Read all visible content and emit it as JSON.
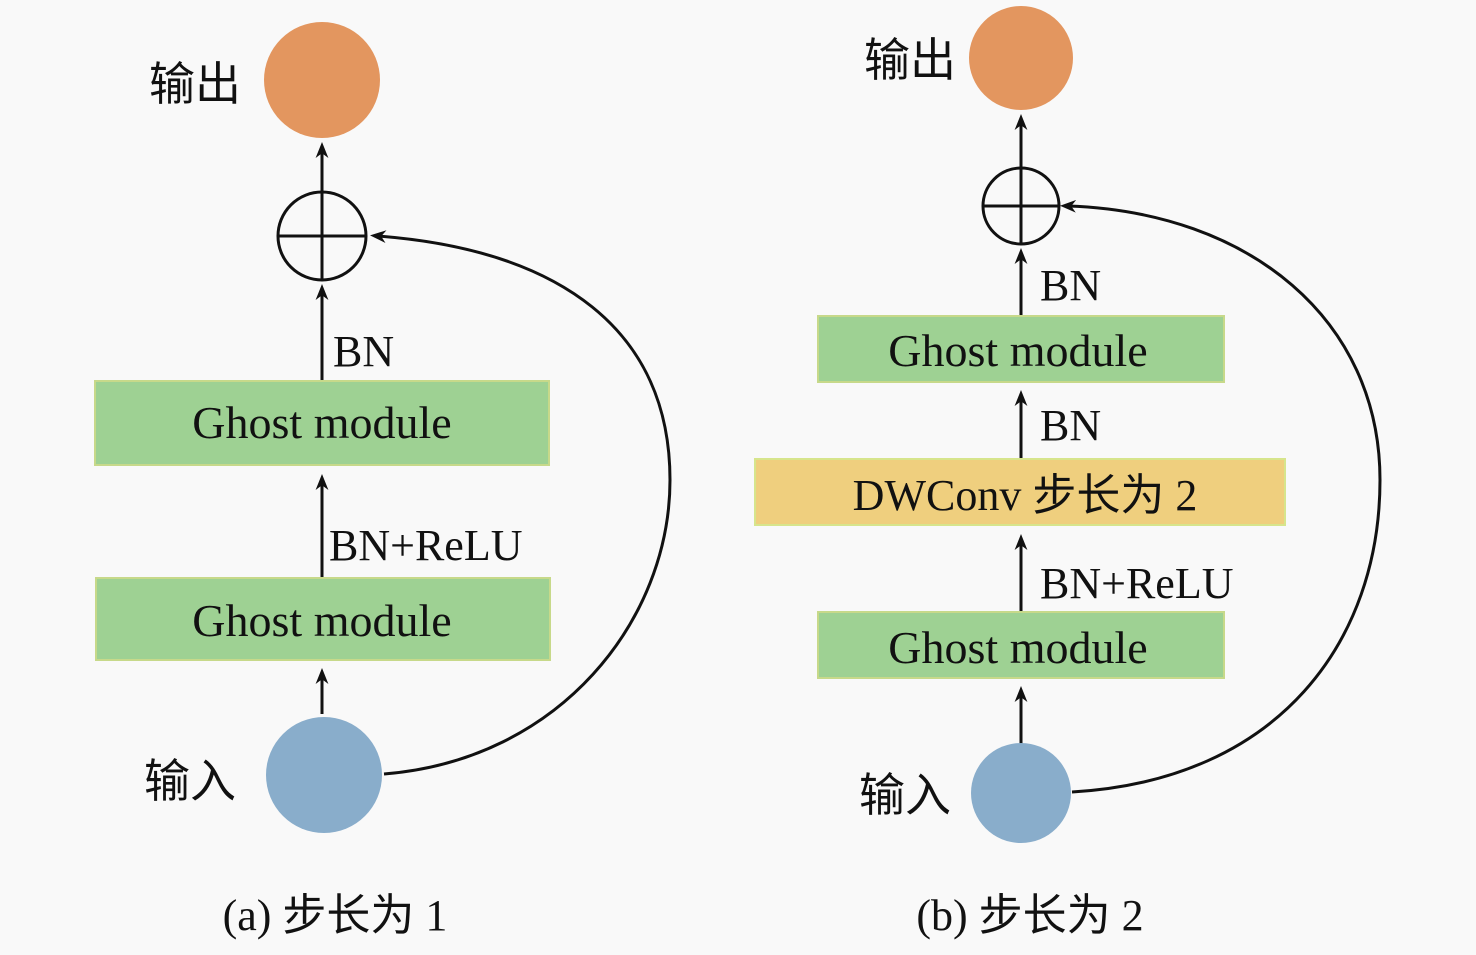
{
  "colors": {
    "output_node": "#e3965f",
    "input_node": "#89adcb",
    "ghost_box": "#9ed193",
    "dwconv_box": "#efcf7e",
    "stroke": "#111111",
    "background": "#f9f9f9"
  },
  "panel_a": {
    "caption": "(a) 步长为 1",
    "output_label": "输出",
    "input_label": "输入",
    "edge_bn": "BN",
    "edge_bn_relu": "BN+ReLU",
    "ghost_module_top": "Ghost module",
    "ghost_module_bottom": "Ghost module",
    "add_symbol": "⊕"
  },
  "panel_b": {
    "caption": "(b) 步长为 2",
    "output_label": "输出",
    "input_label": "输入",
    "edge_bn_top": "BN",
    "edge_bn_mid": "BN",
    "edge_bn_relu": "BN+ReLU",
    "ghost_module_top": "Ghost module",
    "dwconv": "DWConv 步长为 2",
    "ghost_module_bottom": "Ghost module",
    "add_symbol": "⊕"
  }
}
